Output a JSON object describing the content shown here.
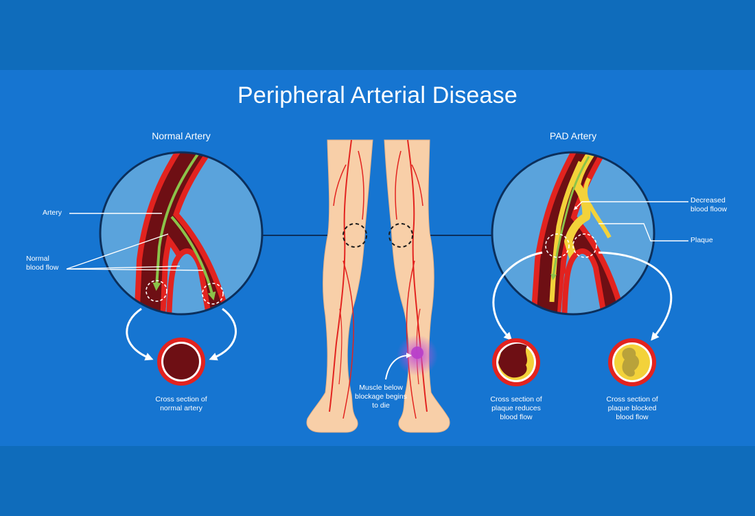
{
  "title": "Peripheral Arterial Disease",
  "normal": {
    "heading": "Normal Artery",
    "label_artery": "Artery",
    "label_flow": "Normal\nblood flow",
    "caption": "Cross section of\nnormal artery"
  },
  "pad": {
    "heading": "PAD Artery",
    "label_decreased": "Decreased\nblood floow",
    "label_plaque": "Plaque",
    "caption_reduces": "Cross section of\nplaque reduces\nblood flow",
    "caption_blocked": "Cross section of\nplaque blocked\nblood flow"
  },
  "legs": {
    "label_muscle": "Muscle below\nblockage begins\nto die"
  },
  "colors": {
    "background": "#0f6cbb",
    "panel": "#1675d1",
    "artery_red": "#e2231f",
    "artery_dark": "#6e0f14",
    "flow_green": "#8bc34a",
    "plaque_yellow": "#f3d23a",
    "skin": "#f8cfa8",
    "magnify_fill": "#5aa3dc"
  }
}
